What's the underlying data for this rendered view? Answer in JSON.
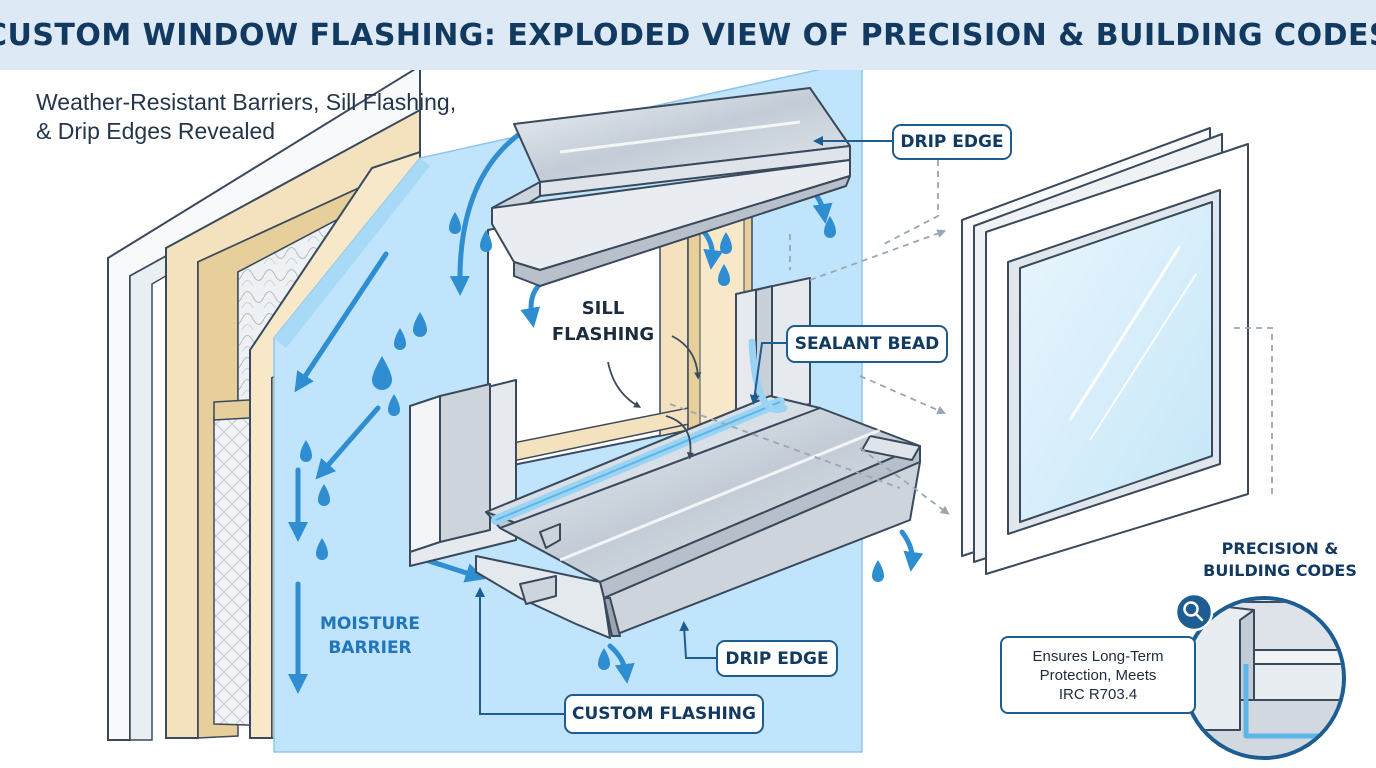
{
  "title": "CUSTOM WINDOW FLASHING: EXPLODED VIEW OF PRECISION & BUILDING CODES",
  "subtitle": {
    "lines": [
      "Weather-Resistant Barriers, Sill Flashing,",
      "& Drip Edges Revealed"
    ]
  },
  "labels": {
    "drip_edge_top": "DRIP EDGE",
    "sill_flashing": [
      "SILL",
      "FLASHING"
    ],
    "sealant_bead": "SEALANT BEAD",
    "moisture_barrier": [
      "MOISTURE",
      "BARRIER"
    ],
    "drip_edge_bottom": "DRIP EDGE",
    "custom_flashing": "CUSTOM FLASHING",
    "precision_codes": [
      "PRECISION &",
      "BUILDING CODES"
    ]
  },
  "codes_note": {
    "lines": [
      "Ensures Long-Term",
      "Protection, Meets",
      "IRC R703.4"
    ]
  },
  "icons": {
    "magnifier": "magnifier-icon",
    "water_drop": "water-drop-icon",
    "flow_arrow": "flow-arrow-icon"
  },
  "colors": {
    "title_banner": "#dde9f4",
    "title_text": "#123a60",
    "moisture_barrier": "#bfe4fb",
    "water": "#2f8ed2",
    "callout_border": "#1d5d92",
    "metal": "#c9d1db",
    "studs": "#f3e2bd"
  }
}
